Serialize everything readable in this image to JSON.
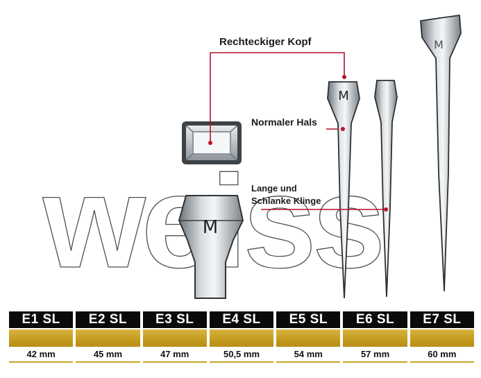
{
  "labels": {
    "head": "Rechteckiger Kopf",
    "neck": "Normaler Hals",
    "blade_line1": "Lange und",
    "blade_line2": "Schlanke Klinge"
  },
  "nail_mark": "M",
  "watermark": "weiss",
  "colors": {
    "header_bg": "#0a0a0a",
    "header_text": "#ffffff",
    "gold": "#c9a227",
    "callout_line": "#b0102a"
  },
  "sizes": [
    {
      "model": "E1 SL",
      "length": "42 mm"
    },
    {
      "model": "E2 SL",
      "length": "45 mm"
    },
    {
      "model": "E3 SL",
      "length": "47 mm"
    },
    {
      "model": "E4 SL",
      "length": "50,5 mm"
    },
    {
      "model": "E5 SL",
      "length": "54 mm"
    },
    {
      "model": "E6 SL",
      "length": "57 mm"
    },
    {
      "model": "E7 SL",
      "length": "60 mm"
    }
  ]
}
